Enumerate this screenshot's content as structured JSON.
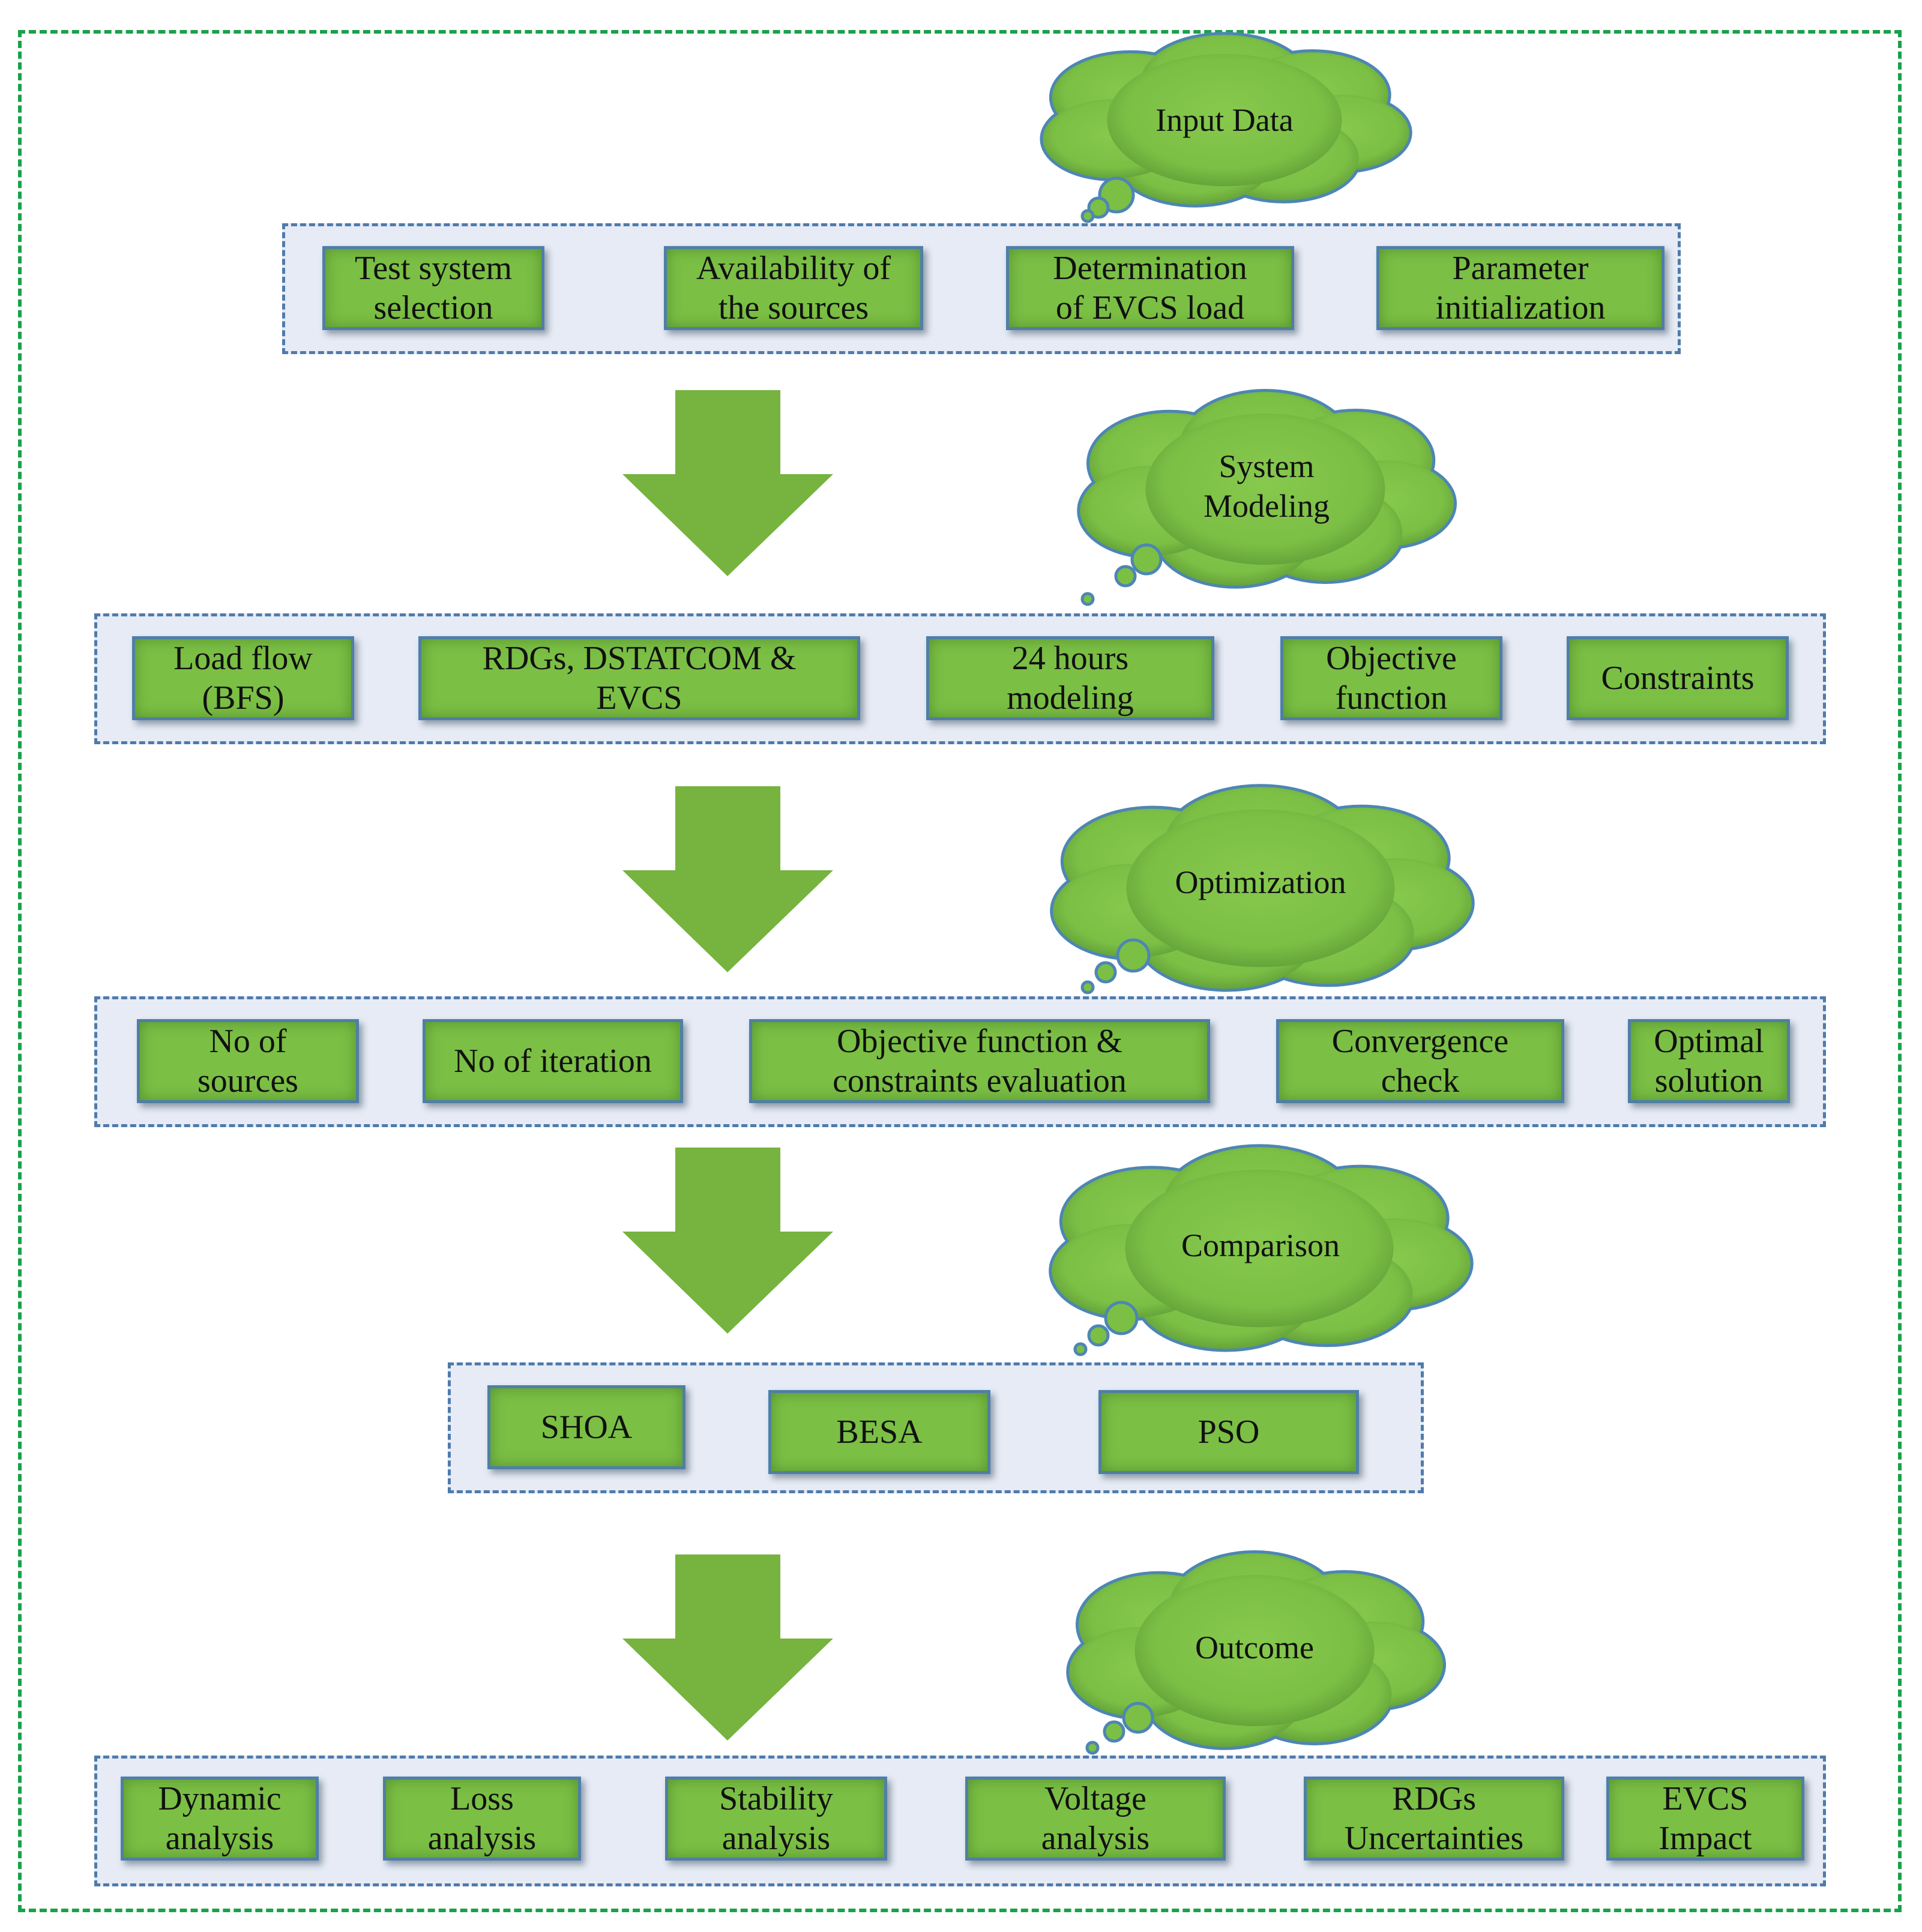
{
  "stages": [
    {
      "cloud_label": "Input Data",
      "steps": [
        "Test system\nselection",
        "Availability of\nthe sources",
        "Determination\nof EVCS load",
        "Parameter\ninitialization"
      ]
    },
    {
      "cloud_label": "System\nModeling",
      "steps": [
        "Load flow\n(BFS)",
        "RDGs, DSTATCOM &\nEVCS",
        "24 hours\nmodeling",
        "Objective\nfunction",
        "Constraints"
      ]
    },
    {
      "cloud_label": "Optimization",
      "steps": [
        "No of\nsources",
        "No of iteration",
        "Objective function &\nconstraints evaluation",
        "Convergence\ncheck",
        "Optimal\nsolution"
      ]
    },
    {
      "cloud_label": "Comparison",
      "steps": [
        "SHOA",
        "BESA",
        "PSO"
      ]
    },
    {
      "cloud_label": "Outcome",
      "steps": [
        "Dynamic\nanalysis",
        "Loss\nanalysis",
        "Stability\nanalysis",
        "Voltage\nanalysis",
        "RDGs\nUncertainties",
        "EVCS\nImpact"
      ]
    }
  ],
  "colors": {
    "arrow": "#76b33f",
    "step_fill": "#7bbf45",
    "cloud_fill": "#7cbf45",
    "cloud_border": "#4d86b3",
    "panel_fill": "#e6ebf5",
    "panel_border": "#4f7bab",
    "frame": "#1aa14a"
  }
}
